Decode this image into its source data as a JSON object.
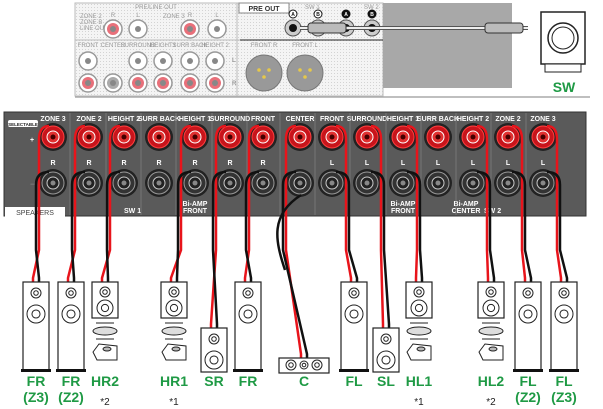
{
  "top_panel": {
    "pre_line_out": "PRE/LINE OUT",
    "zone2_label": [
      "ZONE 2",
      "ZONE B",
      "LINE OUT"
    ],
    "zone3_label": "ZONE 3",
    "r": "R",
    "l": "L",
    "row_labels": [
      "FRONT",
      "CENTER",
      "SURROUND",
      "HEIGHT1",
      "SURR BACK",
      "HEIGHT 2"
    ],
    "pre_out": "PRE OUT",
    "sw1": "SW 1",
    "sw2": "SW 2",
    "a": "A",
    "b": "B",
    "front_r": "FRONT R",
    "front_l": "FRONT L"
  },
  "subwoofer": {
    "label": "SW"
  },
  "speaker_panel": {
    "selectable": "SELECTABLE",
    "plus": "+",
    "minus": "−",
    "left_headers": [
      "ZONE 3",
      "ZONE 2",
      "HEIGHT 2",
      "SURR BACK",
      "HEIGHT 1",
      "SURROUND",
      "FRONT"
    ],
    "center_header": "CENTER",
    "right_headers": [
      "FRONT",
      "SURROUND",
      "HEIGHT 1",
      "SURR BACK",
      "HEIGHT 2",
      "ZONE 2",
      "ZONE 3"
    ],
    "r": "R",
    "l": "L",
    "speakers_label": "SPEAKERS",
    "sw1": "SW 1",
    "sw2": "SW 2",
    "biamp_front": [
      "Bi-AMP",
      "FRONT"
    ],
    "biamp_center": [
      "Bi-AMP",
      "CENTER"
    ]
  },
  "speakers": [
    {
      "label": "FR",
      "sub": "(Z3)",
      "note": ""
    },
    {
      "label": "FR",
      "sub": "(Z2)",
      "note": ""
    },
    {
      "label": "HR2",
      "sub": "",
      "note": "*2"
    },
    {
      "label": "HR1",
      "sub": "",
      "note": "*1"
    },
    {
      "label": "SR",
      "sub": "",
      "note": ""
    },
    {
      "label": "FR",
      "sub": "",
      "note": ""
    },
    {
      "label": "C",
      "sub": "",
      "note": ""
    },
    {
      "label": "FL",
      "sub": "",
      "note": ""
    },
    {
      "label": "SL",
      "sub": "",
      "note": ""
    },
    {
      "label": "HL1",
      "sub": "",
      "note": "*1"
    },
    {
      "label": "HL2",
      "sub": "",
      "note": "*2"
    },
    {
      "label": "FL",
      "sub": "(Z2)",
      "note": ""
    },
    {
      "label": "FL",
      "sub": "(Z3)",
      "note": ""
    }
  ],
  "colors": {
    "label_green": "#1f9a45",
    "wire_red": "#e8141b",
    "wire_black": "#111111",
    "panel": "#5a5a5a",
    "terminal_red": "#c8141b"
  }
}
